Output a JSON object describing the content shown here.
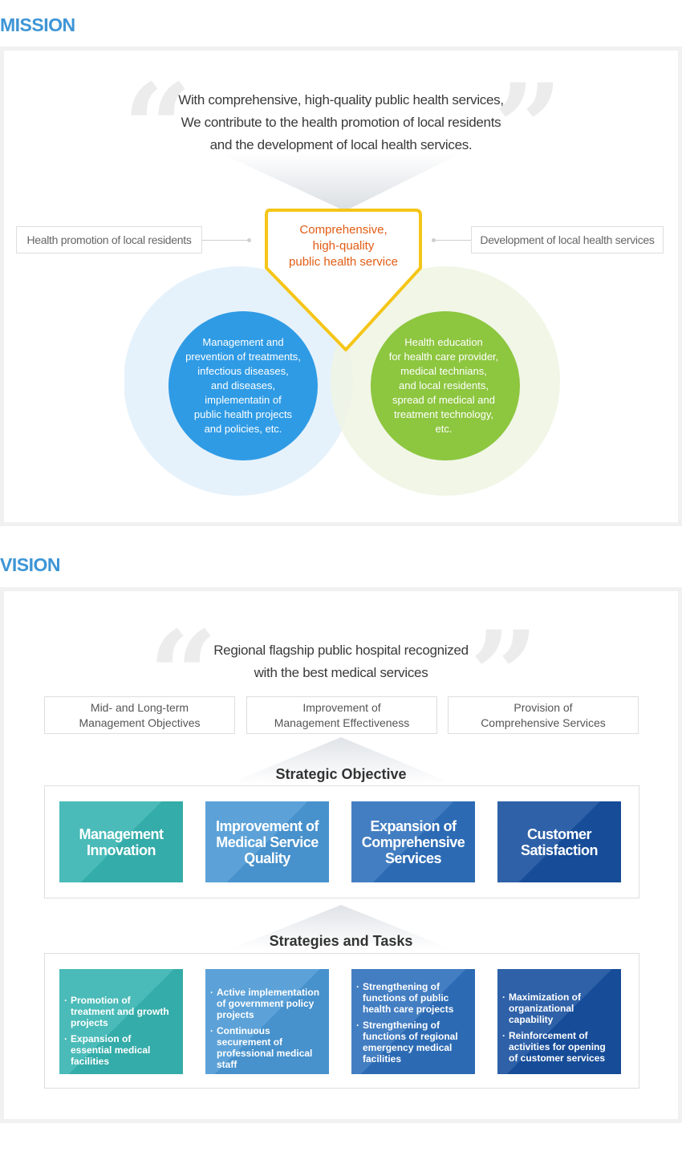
{
  "mission": {
    "title": "MISSION",
    "statement": [
      "With comprehensive, high-quality public health services,",
      "We contribute to the health promotion of local residents",
      "and the development of local health services."
    ],
    "left_label": "Health promotion of local residents",
    "right_label": "Development of local health services",
    "center_label": [
      "Comprehensive,",
      "high-quality",
      "public health service"
    ],
    "left_circle": [
      "Management and",
      "prevention of treatments,",
      "infectious diseases,",
      "and diseases,",
      "implementatin of",
      "public health projects",
      "and policies, etc."
    ],
    "right_circle": [
      "Health education",
      "for health care provider,",
      "medical technians,",
      "and local residents,",
      "spread of medical and",
      "treatment technology,",
      "etc."
    ]
  },
  "vision": {
    "title": "VISION",
    "statement": [
      "Regional flagship public hospital recognized",
      "with the best medical services"
    ],
    "objectives": [
      [
        "Mid- and Long-term",
        "Management Objectives"
      ],
      [
        "Improvement of",
        "Management Effectiveness"
      ],
      [
        "Provision of",
        "Comprehensive Services"
      ]
    ],
    "strategic_title": "Strategic Objective",
    "strategic_tiles": [
      [
        "Management",
        "Innovation"
      ],
      [
        "Improvement of",
        "Medical Service",
        "Quality"
      ],
      [
        "Expansion of",
        "Comprehensive",
        "Services"
      ],
      [
        "Customer",
        "Satisfaction"
      ]
    ],
    "tasks_title": "Strategies and Tasks",
    "tasks": [
      [
        "Promotion of treatment and growth projects",
        "Expansion of essential medical facilities"
      ],
      [
        "Active implementation of government policy projects",
        "Continuous securement of professional medical staff"
      ],
      [
        "Strengthening of functions of public health care projects",
        "Strengthening of functions of regional emergency medical facilities"
      ],
      [
        "Maximization of organizational capability",
        "Reinforcement of activities for opening of customer services"
      ]
    ]
  },
  "colors": {
    "title_blue": "#3d95d6",
    "highlight_yellow": "#f5c518",
    "highlight_text": "#e25c14",
    "circle_blue": "#2f9be5",
    "circle_green": "#8dc63f",
    "tile_teal": "#36b3b0",
    "tile_light_blue": "#4a97d4",
    "tile_mid_blue": "#2e6fbb",
    "tile_navy": "#174f9e"
  }
}
